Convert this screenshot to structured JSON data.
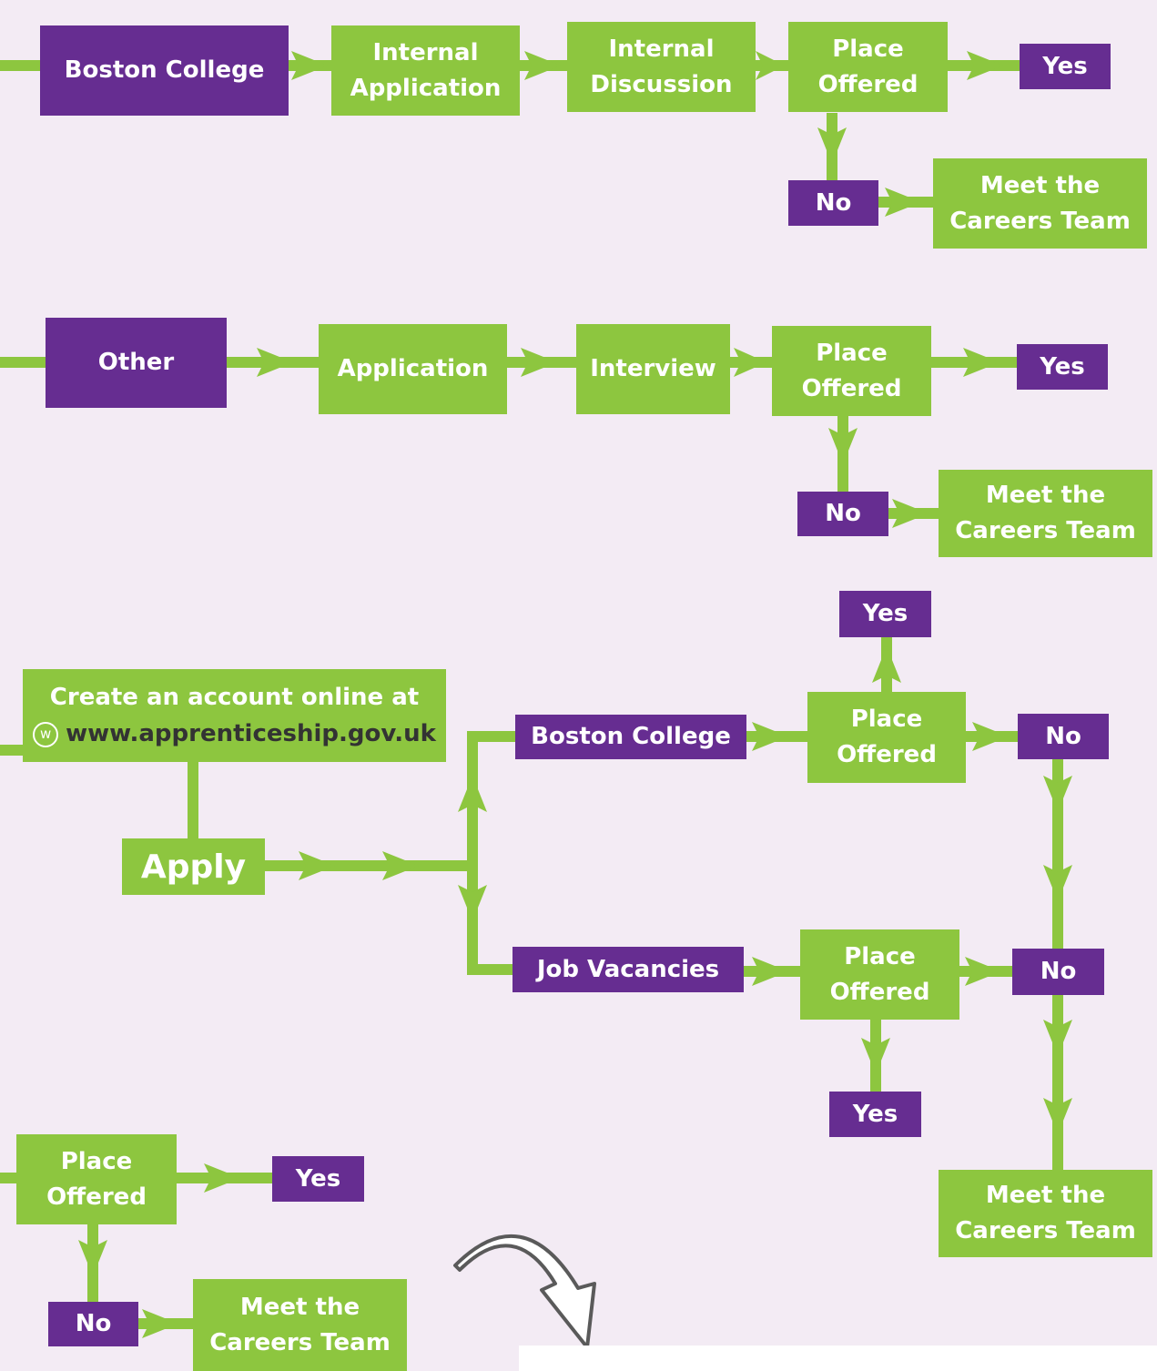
{
  "colors": {
    "green": "#8dc63f",
    "purple": "#662d91",
    "background": "#f3ebf4"
  },
  "flow1": {
    "start": "Boston College",
    "step1": "Internal\nApplication",
    "step2": "Internal\nDiscussion",
    "offer": "Place\nOffered",
    "yes": "Yes",
    "no": "No",
    "careers": "Meet the\nCareers Team"
  },
  "flow2": {
    "start": "Other",
    "step1": "Application",
    "step2": "Interview",
    "offer": "Place\nOffered",
    "yes": "Yes",
    "no": "No",
    "careers": "Meet the\nCareers Team"
  },
  "flow3": {
    "account_text": "Create an account online at",
    "account_icon": "w",
    "account_url": "www.apprenticeship.gov.uk",
    "apply": "Apply",
    "boston": "Boston College",
    "boston_offer": "Place\nOffered",
    "boston_yes": "Yes",
    "boston_no": "No",
    "jobs": "Job Vacancies",
    "jobs_offer": "Place\nOffered",
    "jobs_yes": "Yes",
    "jobs_no": "No",
    "careers": "Meet the\nCareers Team"
  },
  "flow4": {
    "offer": "Place\nOffered",
    "yes": "Yes",
    "no": "No",
    "careers": "Meet the\nCareers Team"
  }
}
